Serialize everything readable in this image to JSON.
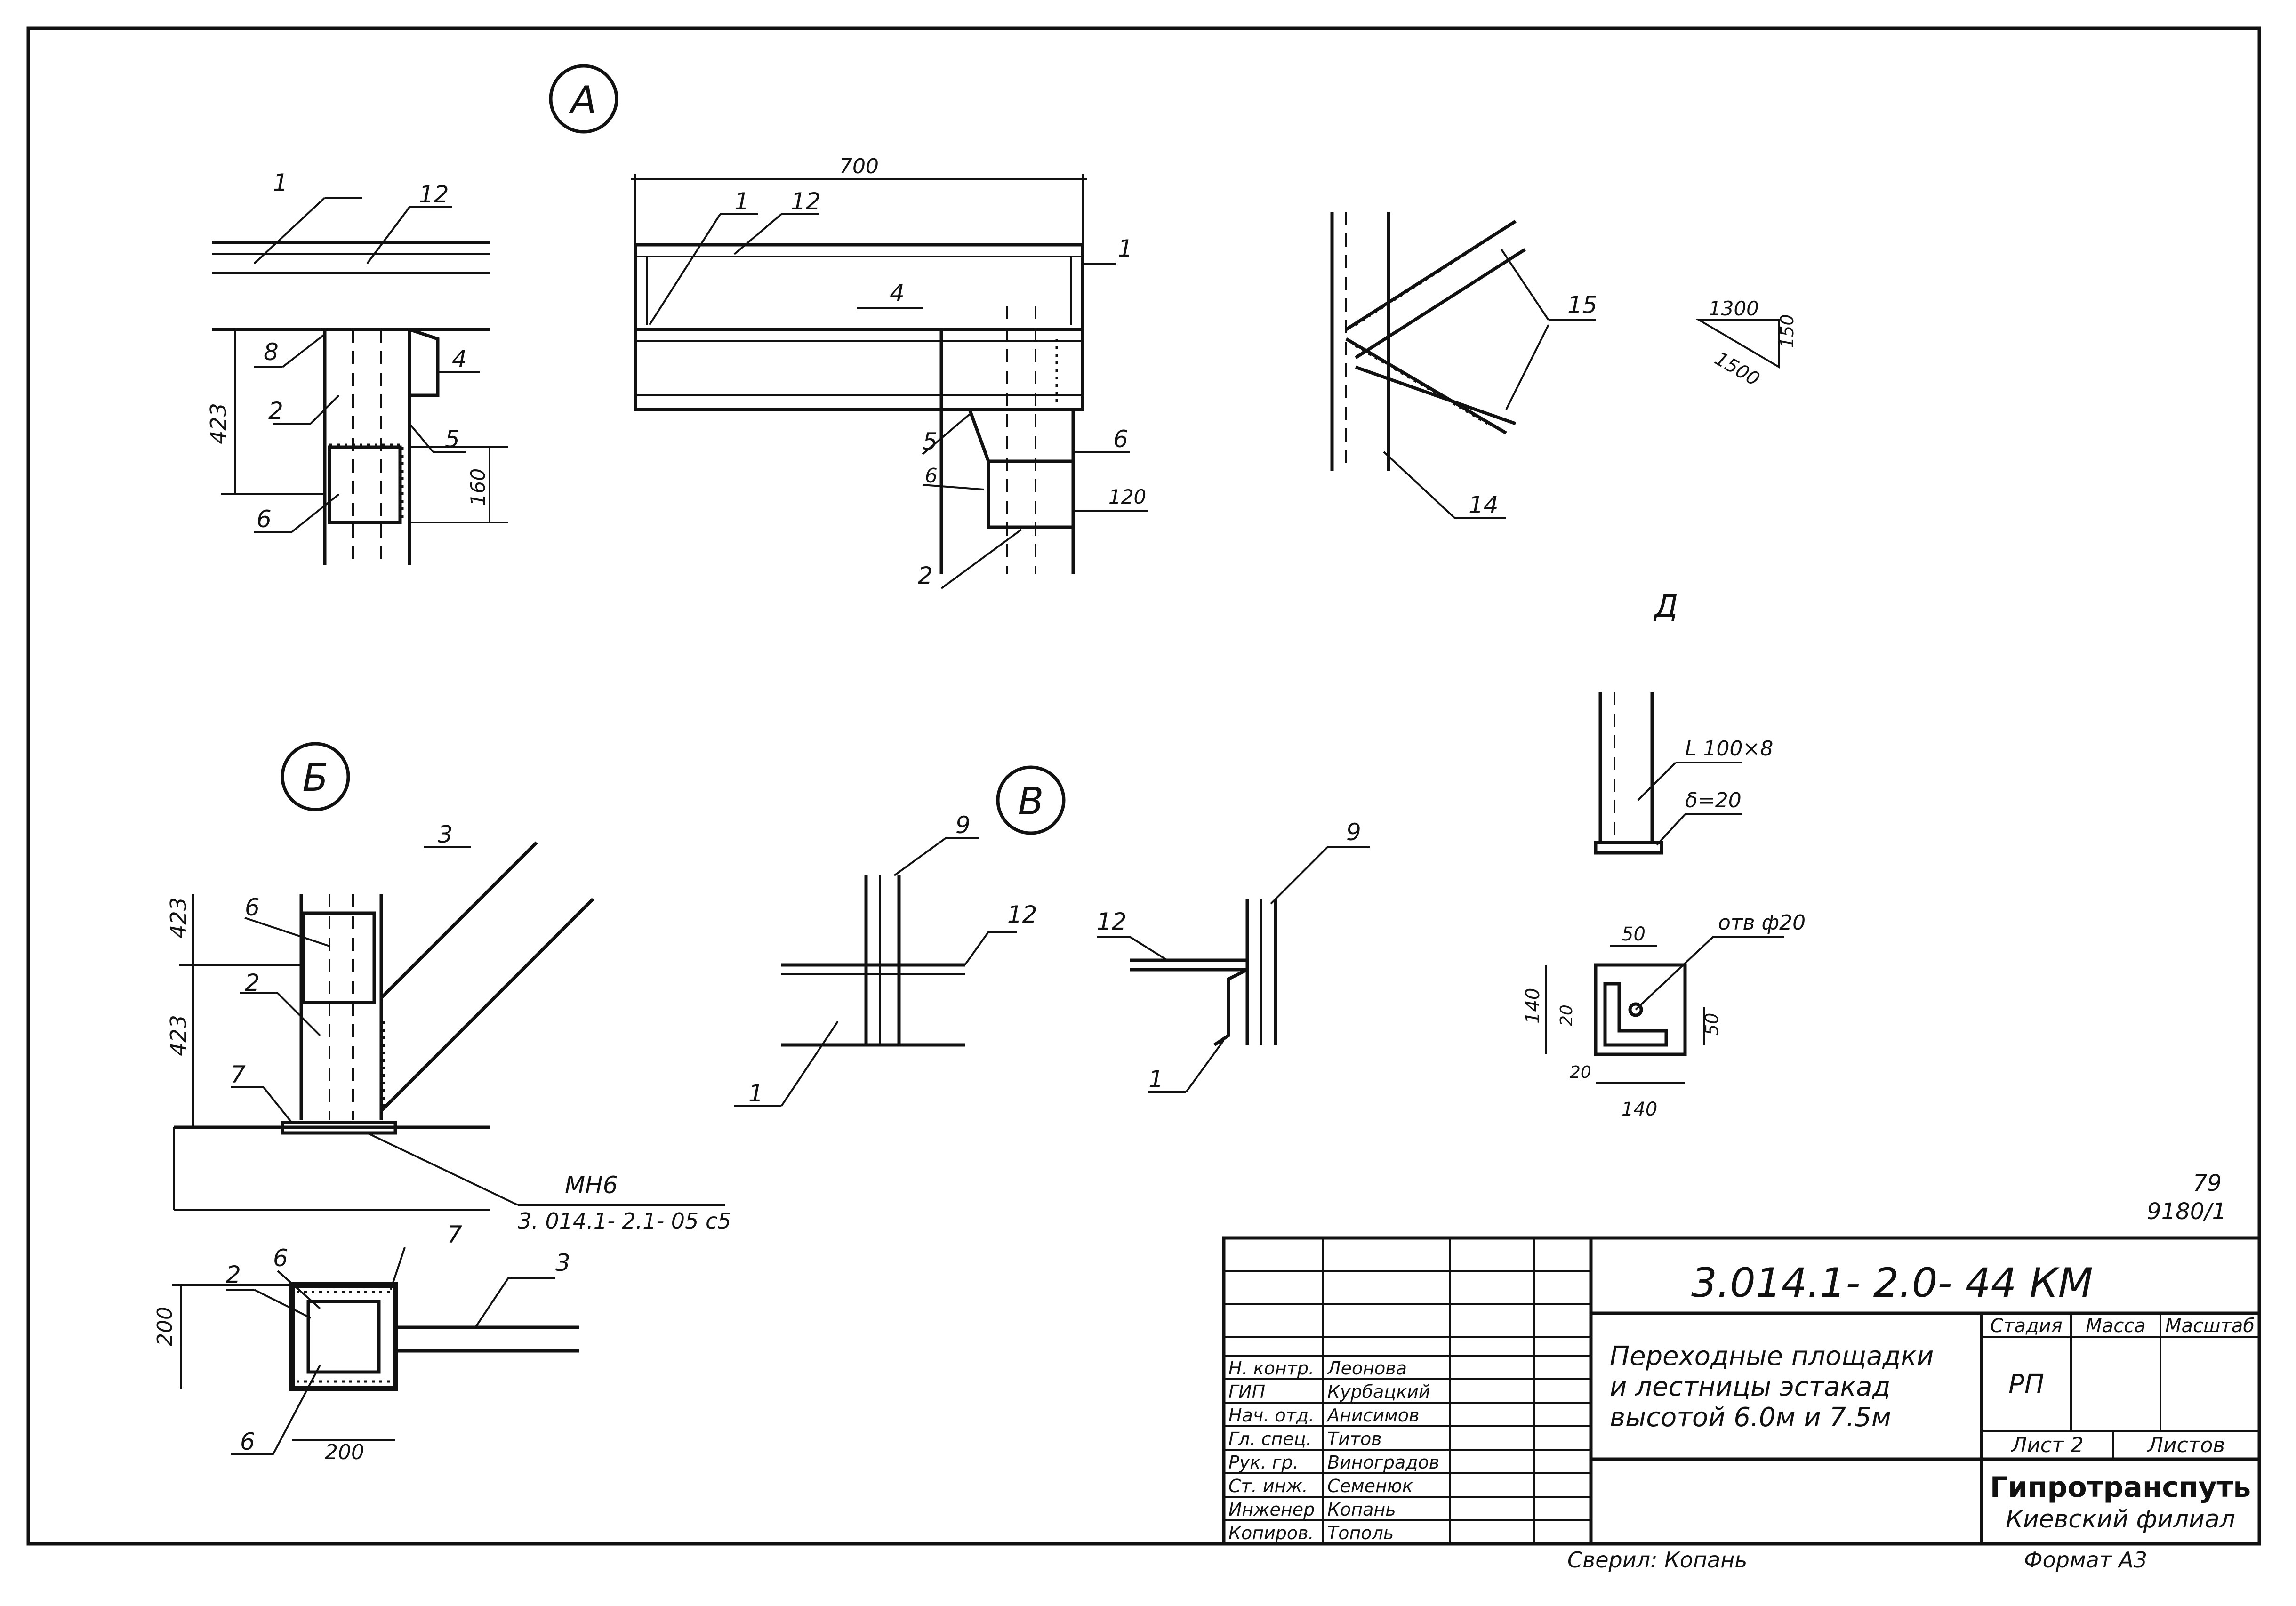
{
  "views": {
    "a": "А",
    "b": "Б",
    "v": "В",
    "d": "Д"
  },
  "dims": {
    "d700": "700",
    "d423a": "423",
    "d160": "160",
    "d120": "120",
    "d423b": "423",
    "d423c": "423",
    "d200v": "200",
    "d200h": "200",
    "tri1300": "1300",
    "tri1500": "1500",
    "tri150": "150",
    "d50a": "50",
    "d50b": "50",
    "d140v": "140",
    "d140h": "140",
    "d20a": "20",
    "d20b": "20"
  },
  "marks": {
    "a1": "1",
    "a12": "12",
    "a8": "8",
    "a4": "4",
    "a2": "2",
    "a5": "5",
    "a6": "6",
    "b1": "1",
    "b12": "12",
    "b4": "4",
    "b1r": "1",
    "b5": "5",
    "b6l": "6",
    "b6r": "6",
    "b2": "2",
    "c15": "15",
    "c14": "14",
    "d6": "6",
    "d2": "2",
    "d3": "3",
    "d7": "7",
    "e6a": "6",
    "e7": "7",
    "e2": "2",
    "e3": "3",
    "e6b": "6",
    "v9": "9",
    "v12": "12",
    "v1": "1",
    "w9": "9",
    "w12": "12",
    "w1": "1"
  },
  "notes": {
    "angle": "L 100×8",
    "plate": "δ=20",
    "hole": "отв ф20",
    "ref_mark": "МН6",
    "ref_code": "3. 014.1- 2.1- 05 с5",
    "sheet_no": "79",
    "inv_no": "9180/1"
  },
  "title_block": {
    "code": "3.014.1- 2.0- 44 КМ",
    "title_line1": "Переходные площадки",
    "title_line2": "и лестницы эстакад",
    "title_line3": "высотой 6.0м и 7.5м",
    "col_stage": "Стадия",
    "col_mass": "Масса",
    "col_scale": "Масштаб",
    "stage_value": "РП",
    "sheet_label": "Лист 2",
    "sheets_label": "Листов",
    "org_name": "Гипротранспуть",
    "org_branch": "Киевский филиал",
    "format_label": "Формат А3",
    "checked_by": "Сверил: Копань",
    "roles": [
      {
        "role": "Н. контр.",
        "name": "Леонова"
      },
      {
        "role": "ГИП",
        "name": "Курбацкий"
      },
      {
        "role": "Нач. отд.",
        "name": "Анисимов"
      },
      {
        "role": "Гл. спец.",
        "name": "Титов"
      },
      {
        "role": "Рук. гр.",
        "name": "Виноградов"
      },
      {
        "role": "Ст. инж.",
        "name": "Семенюк"
      },
      {
        "role": "Инженер",
        "name": "Копань"
      },
      {
        "role": "Копиров.",
        "name": "Тополь"
      }
    ]
  }
}
